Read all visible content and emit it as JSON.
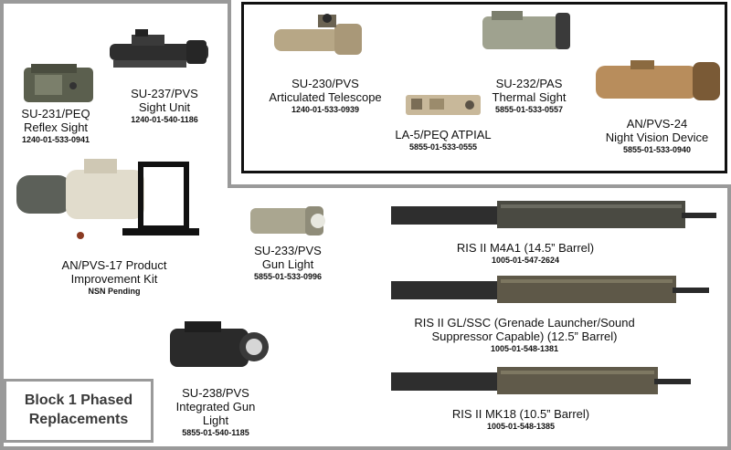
{
  "items": [
    {
      "id": "su231",
      "name_lines": [
        "SU-231/PEQ",
        "Reflex Sight"
      ],
      "nsn": "1240-01-533-0941"
    },
    {
      "id": "su237",
      "name_lines": [
        "SU-237/PVS",
        "Sight Unit"
      ],
      "nsn": "1240-01-540-1186"
    },
    {
      "id": "su230",
      "name_lines": [
        "SU-230/PVS",
        "Articulated Telescope"
      ],
      "nsn": "1240-01-533-0939"
    },
    {
      "id": "la5",
      "name_lines": [
        "LA-5/PEQ ATPIAL"
      ],
      "nsn": "5855-01-533-0555"
    },
    {
      "id": "su232",
      "name_lines": [
        "SU-232/PAS",
        "Thermal Sight"
      ],
      "nsn": "5855-01-533-0557"
    },
    {
      "id": "anpvs24",
      "name_lines": [
        "AN/PVS-24",
        "Night Vision Device"
      ],
      "nsn": "5855-01-533-0940"
    },
    {
      "id": "anpvs17",
      "name_lines": [
        "AN/PVS-17 Product",
        "Improvement Kit"
      ],
      "nsn": "NSN Pending"
    },
    {
      "id": "su233",
      "name_lines": [
        "SU-233/PVS",
        "Gun Light"
      ],
      "nsn": "5855-01-533-0996"
    },
    {
      "id": "su238",
      "name_lines": [
        "SU-238/PVS",
        "Integrated Gun",
        "Light"
      ],
      "nsn": "5855-01-540-1185"
    },
    {
      "id": "m4a1",
      "name_lines": [
        "RIS II M4A1 (14.5” Barrel)"
      ],
      "nsn": "1005-01-547-2624"
    },
    {
      "id": "glssc",
      "name_lines": [
        "RIS II GL/SSC (Grenade Launcher/Sound",
        "Suppressor Capable) (12.5” Barrel)"
      ],
      "nsn": "1005-01-548-1381"
    },
    {
      "id": "mk18",
      "name_lines": [
        "RIS II MK18 (10.5” Barrel)"
      ],
      "nsn": "1005-01-548-1385"
    }
  ],
  "block_label": [
    "Block 1 Phased",
    "Replacements"
  ],
  "colors": {
    "frame_gray": "#9a9a9a",
    "tan": "#b9a98a",
    "dark": "#2b2b2b"
  }
}
